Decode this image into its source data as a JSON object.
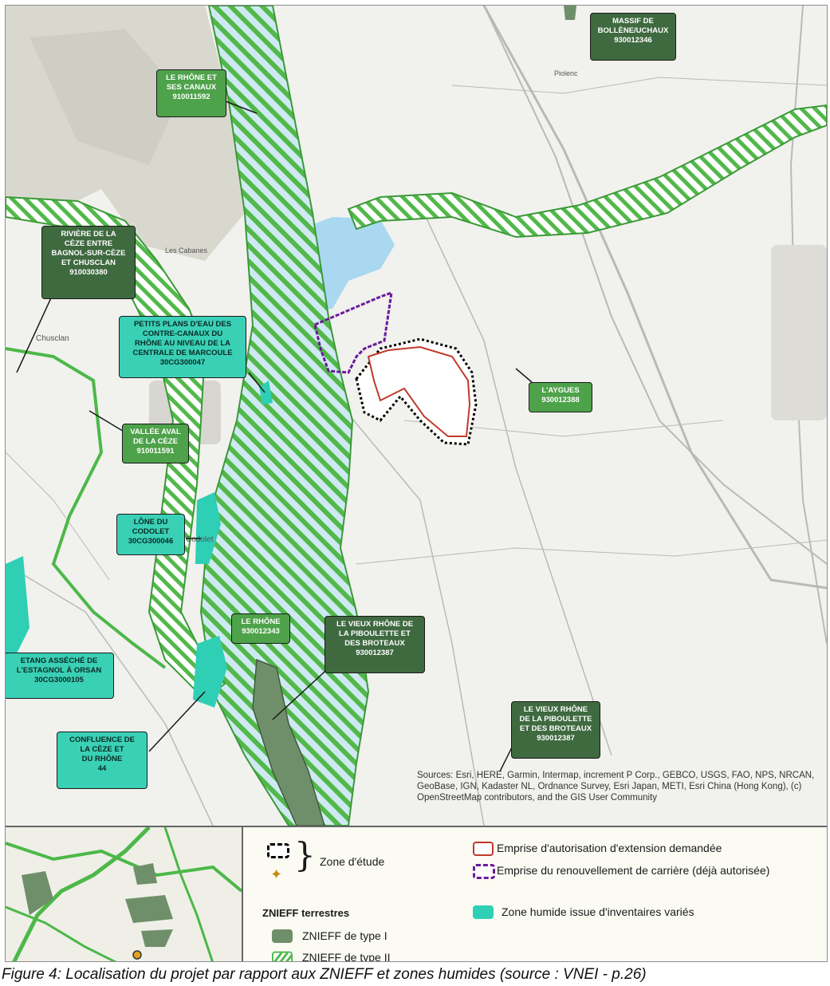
{
  "caption": "Figure 4: Localisation du projet par rapport aux ZNIEFF et zones humides (source : VNEI - p.26)",
  "map": {
    "sources": "Sources: Esri, HERE, Garmin, Intermap, increment P Corp., GEBCO, USGS, FAO, NPS, NRCAN, GeoBase, IGN, Kadaster NL, Ordnance Survey, Esri Japan, METI, Esri China (Hong Kong), (c) OpenStreetMap contributors, and the GIS User Community",
    "place_names": [
      "Chusclan",
      "Codolet",
      "Piolenc",
      "Les Cabanes"
    ],
    "labels": [
      {
        "id": "massif-bollene",
        "style": "dark",
        "lines": [
          "MASSIF DE",
          "BOLLÈNE/UCHAUX",
          "930012346"
        ]
      },
      {
        "id": "rhone-canaux",
        "style": "green",
        "lines": [
          "LE RHÔNE ET",
          "SES CANAUX",
          "910011592"
        ]
      },
      {
        "id": "riviere-ceze",
        "style": "dark",
        "lines": [
          "RIVIÈRE DE LA",
          "CÈZE ENTRE",
          "BAGNOL-SUR-CÈZE",
          "ET CHUSCLAN",
          "910030380"
        ]
      },
      {
        "id": "petits-plans",
        "style": "teal",
        "lines": [
          "PETITS PLANS D'EAU DES",
          "CONTRE-CANAUX DU",
          "RHÔNE AU NIVEAU DE LA",
          "CENTRALE DE MARCOULE",
          "30CG300047"
        ]
      },
      {
        "id": "vallee-aval",
        "style": "green",
        "lines": [
          "VALLÉE AVAL",
          "DE LA CÈZE",
          "910011591"
        ]
      },
      {
        "id": "aygues",
        "style": "green",
        "lines": [
          "L'AYGUES",
          "930012388"
        ]
      },
      {
        "id": "lone-codolet",
        "style": "teal",
        "lines": [
          "LÔNE DU",
          "CODOLET",
          "30CG300046"
        ]
      },
      {
        "id": "le-rhone",
        "style": "green",
        "lines": [
          "LE RHÔNE",
          "930012343"
        ]
      },
      {
        "id": "vieux-rhone-1",
        "style": "dark",
        "lines": [
          "LE VIEUX RHÔNE DE",
          "LA PIBOULETTE ET",
          "DES BROTEAUX",
          "930012387"
        ]
      },
      {
        "id": "etang",
        "style": "teal",
        "lines": [
          "ETANG ASSÉCHÉ DE",
          "L'ESTAGNOL À ORSAN",
          "30CG3000105"
        ]
      },
      {
        "id": "confluence",
        "style": "teal",
        "lines": [
          "CONFLUENCE DE",
          "LA CÈZE ET",
          "DU RHÔNE",
          "44"
        ]
      },
      {
        "id": "vieux-rhone-2",
        "style": "dark",
        "lines": [
          "LE VIEUX RHÔNE",
          "DE LA PIBOULETTE",
          "ET DES BROTEAUX",
          "930012387"
        ]
      }
    ]
  },
  "legend": {
    "zone_etude": "Zone d'étude",
    "extension": "Emprise d'autorisation d'extension demandée",
    "renouvellement": "Emprise du renouvellement de carrière (déjà autorisée)",
    "znieff_title": "ZNIEFF terrestres",
    "type1": "ZNIEFF de type I",
    "type2": "ZNIEFF de type II",
    "zone_humide": "Zone humide issue d'inventaires variés",
    "colors": {
      "znieff_type1": "#6f8f6a",
      "znieff_type2": "#4cb848",
      "zone_humide": "#2fcfb5",
      "extension": "#c0392b",
      "renouvellement": "#6a1b9a",
      "etude": "#000000"
    }
  }
}
